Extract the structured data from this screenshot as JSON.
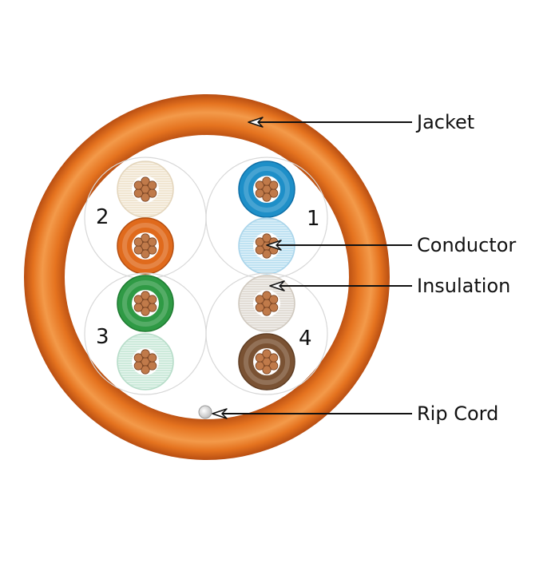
{
  "title": "Twisted pair cable cross-section",
  "colors": {
    "jacket": "#e5731f",
    "jacket_dark": "#b84e12",
    "jacket_light": "#f39a4a",
    "copper": "#c07a4a",
    "copper_dark": "#7a4422",
    "pair_outline": "#d8d8d8",
    "leader": "#111111"
  },
  "labels": [
    {
      "id": "jacket",
      "text": "Jacket"
    },
    {
      "id": "conductor",
      "text": "Conductor"
    },
    {
      "id": "insulation",
      "text": "Insulation"
    },
    {
      "id": "rip-cord",
      "text": "Rip Cord"
    }
  ],
  "pairs": [
    {
      "number": "1",
      "wires": [
        {
          "name": "blue",
          "color": "#1e8fc8",
          "inner": "#0d6ea6",
          "striped": false
        },
        {
          "name": "white-blue",
          "color": "#bfe2f2",
          "inner": "#a9d4ea",
          "striped": true
        }
      ]
    },
    {
      "number": "2",
      "wires": [
        {
          "name": "white-orange",
          "color": "#f1e6d2",
          "inner": "#e3d5bc",
          "striped": true
        },
        {
          "name": "orange",
          "color": "#e06a1c",
          "inner": "#b54e10",
          "striped": false
        }
      ]
    },
    {
      "number": "3",
      "wires": [
        {
          "name": "green",
          "color": "#2f9a45",
          "inner": "#1d7a30",
          "striped": false
        },
        {
          "name": "white-green",
          "color": "#cdeadb",
          "inner": "#b6dcc8",
          "striped": true
        }
      ]
    },
    {
      "number": "4",
      "wires": [
        {
          "name": "white-brown",
          "color": "#e2ddd6",
          "inner": "#cfc8be",
          "striped": true
        },
        {
          "name": "brown",
          "color": "#7a5233",
          "inner": "#5e3c22",
          "striped": false
        }
      ]
    }
  ]
}
